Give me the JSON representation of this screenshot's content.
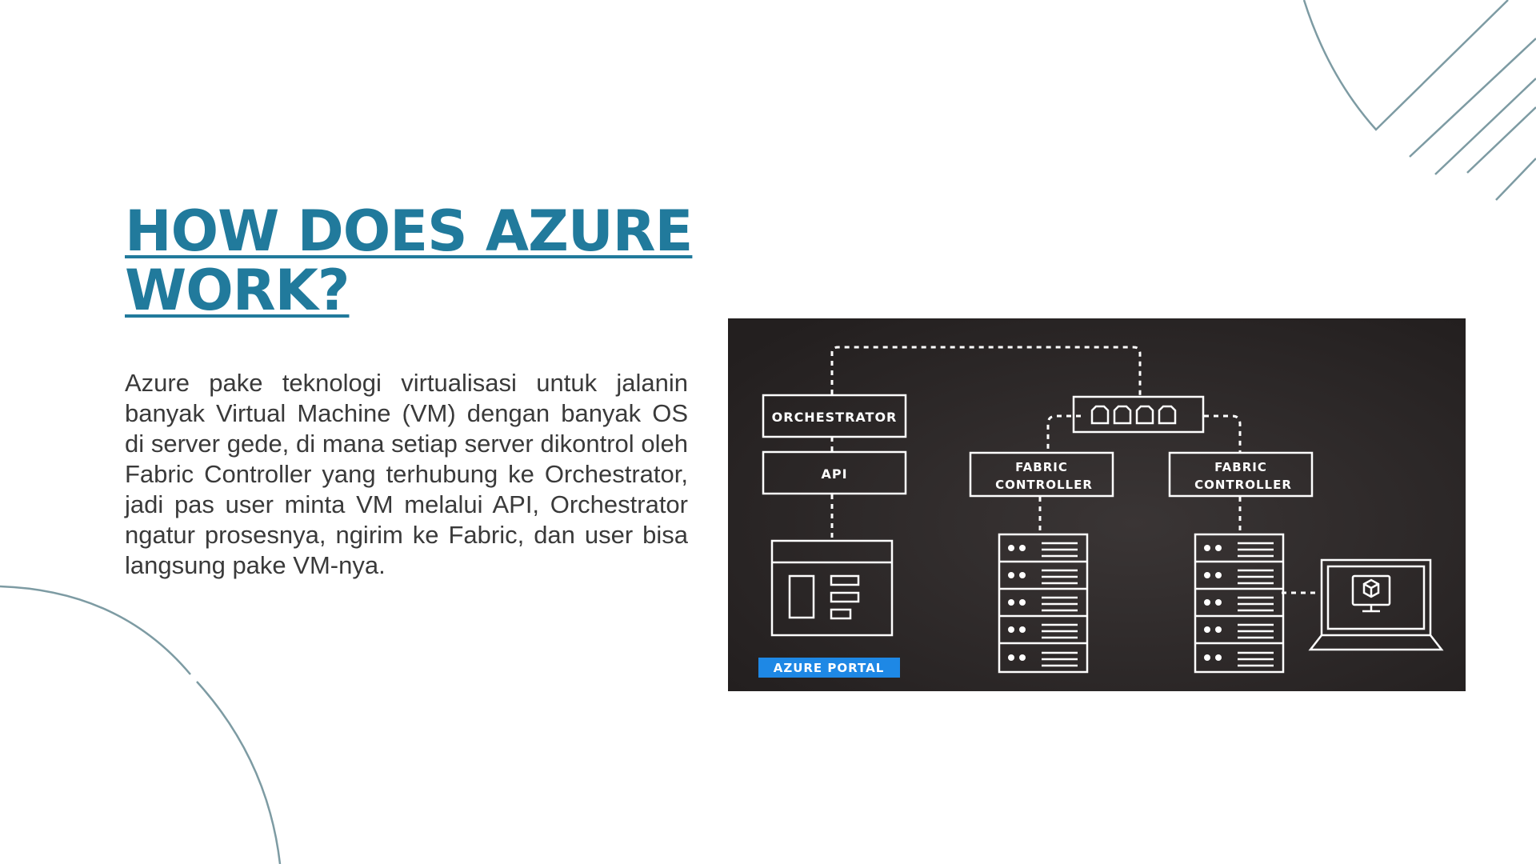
{
  "slide": {
    "title": "HOW DOES AZURE WORK?",
    "body": "Azure pake teknologi virtualisasi untuk jalanin banyak Virtual Machine (VM) dengan banyak OS di server gede, di mana setiap server dikontrol oleh Fabric Controller yang terhubung ke Orchestrator, jadi pas user minta VM melalui API, Orchestrator ngatur prosesnya, ngirim ke Fabric, dan user bisa langsung pake VM-nya."
  },
  "diagram": {
    "orchestrator_label": "ORCHESTRATOR",
    "api_label": "API",
    "fabric_controller_1": [
      "FABRIC",
      "CONTROLLER"
    ],
    "fabric_controller_2": [
      "FABRIC",
      "CONTROLLER"
    ],
    "portal_label": "AZURE PORTAL",
    "icons": [
      "network-switch-icon",
      "azure-portal-window-icon",
      "server-rack-icon",
      "server-rack-icon",
      "laptop-vm-icon"
    ]
  },
  "colors": {
    "title": "#217a9c",
    "body_text": "#3a3a3a",
    "deco_line": "#7d9ba3",
    "diagram_bg": "#2a2626",
    "portal_badge": "#1e88e5"
  }
}
